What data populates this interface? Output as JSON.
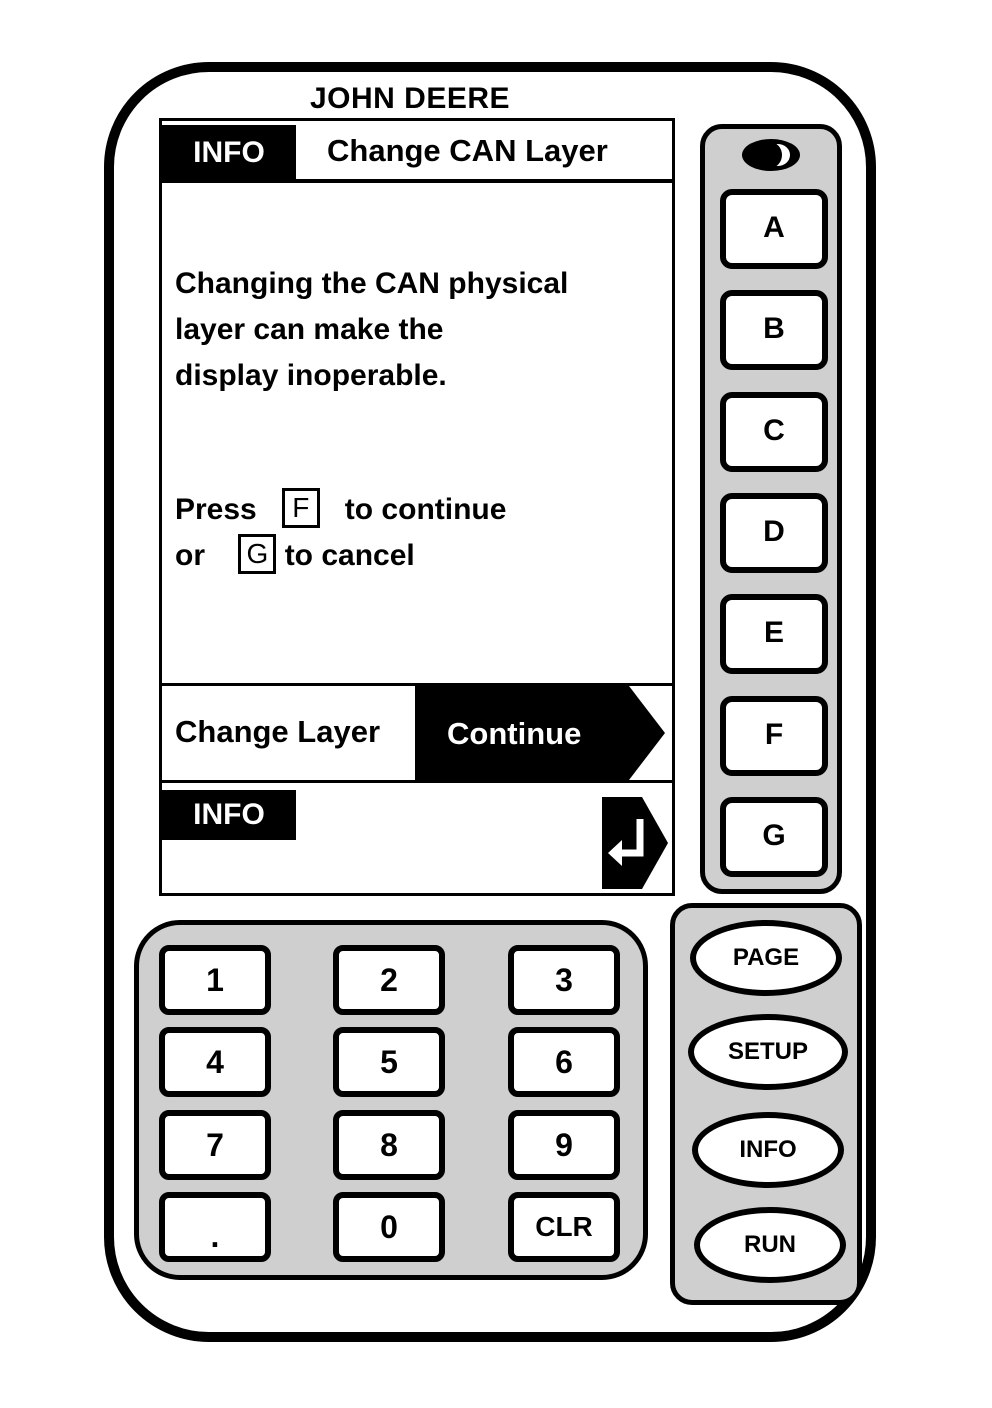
{
  "brand": "JOHN DEERE",
  "screen": {
    "header": {
      "tag": "INFO",
      "title": "Change CAN Layer"
    },
    "message": "Changing the CAN physical\nlayer can make the\ndisplay inoperable.",
    "instructions": {
      "line1_prefix": "Press",
      "line1_key": "F",
      "line1_suffix": "to continue",
      "line2_prefix": "or",
      "line2_key": "G",
      "line2_suffix": "to cancel"
    },
    "softkey": {
      "label": "Change Layer",
      "action": "Continue"
    },
    "footer": {
      "tag": "INFO"
    }
  },
  "side_keys": [
    "A",
    "B",
    "C",
    "D",
    "E",
    "F",
    "G"
  ],
  "keypad": [
    "1",
    "2",
    "3",
    "4",
    "5",
    "6",
    "7",
    "8",
    "9",
    ".",
    "0",
    "CLR"
  ],
  "mode_keys": [
    "PAGE",
    "SETUP",
    "INFO",
    "RUN"
  ],
  "icons": {
    "indicator": "eye-indicator-icon",
    "return": "return-arrow-icon"
  },
  "colors": {
    "screen_bg": "#ffffff",
    "panel_bg": "#cfcfcf",
    "ink": "#000000"
  }
}
